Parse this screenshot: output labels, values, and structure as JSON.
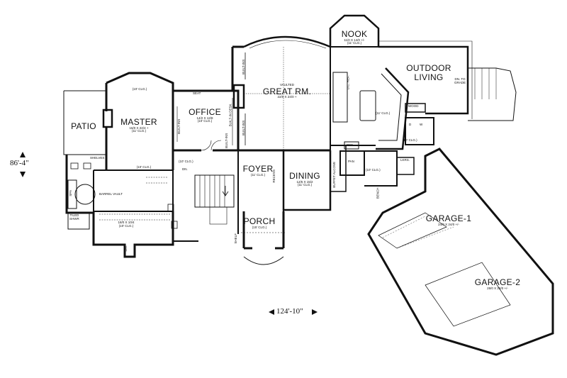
{
  "rooms": {
    "nook": {
      "name": "NOOK",
      "size": "11/0 X 14/0 +/-",
      "ceiling": "(11' CLG.)"
    },
    "outdoor": {
      "name1": "OUTDOOR",
      "name2": "LIVING",
      "note1": "DN. TO",
      "note2": "GRADE"
    },
    "great": {
      "prefix": "VAULTED",
      "name": "GREAT RM.",
      "size": "22/0 X 24/0 +"
    },
    "master": {
      "name": "MASTER",
      "size": "16/0 X 22/4 +",
      "ceiling": "(11' CLG.)",
      "top_clg": "(10' CLG.)",
      "bottom_clg": "(10' CLG.)"
    },
    "office": {
      "name": "OFFICE",
      "size": "14/2 X 12/8",
      "ceiling": "(10' CLG.)"
    },
    "patio": {
      "name": "PATIO"
    },
    "foyer": {
      "name": "FOYER",
      "ceiling": "(11' CLG.)"
    },
    "dining": {
      "name": "DINING",
      "size": "12/6 X 15/2",
      "ceiling": "(11' CLG.)"
    },
    "porch": {
      "name": "PORCH",
      "ceiling": "(15' CLG.)"
    },
    "garage1": {
      "name": "GARAGE-1",
      "size": "24/0 X 24/0 +/-"
    },
    "garage2": {
      "name": "GARAGE-2",
      "size": "28/0 X 23/0 +/-"
    },
    "bed2": {
      "size": "18/0 X 10/4",
      "ceiling": "(10' CLG.)"
    }
  },
  "small_labels": {
    "seat": "SEAT",
    "built_ins_1": "BUILT-INS",
    "built_ins_2": "BUILT-INS",
    "built_ins_3": "BUILT-INS",
    "built_in_desk": "BUILT-IN DESK",
    "built_ins_office": "BUILT-INS",
    "wood": "WOOD",
    "d": "D",
    "w": "W",
    "kitchen_clg": "(11' CLG.)",
    "laundry_clg": "(10' CLG.)",
    "uc_ref": "U.C. REF.",
    "ref": "REF.",
    "pan": "PAN",
    "buffet": "BUFFET ALCOVE",
    "mud_clg": "(10' CLG.)",
    "bench": "BENCH",
    "lkrs": "LKRS.",
    "shelf": "SHELF",
    "recess": "RECESS",
    "hall_clg": "(10' CLG.)",
    "dn": "DN.",
    "barrel": "BARREL VAULT",
    "spa": "SPA",
    "tiled": "TILED",
    "shwr": "SHWR",
    "shelves": "SHELVES",
    "lin": "LIN."
  },
  "dimensions": {
    "height": "86'-4\"",
    "width": "124'-10\""
  }
}
